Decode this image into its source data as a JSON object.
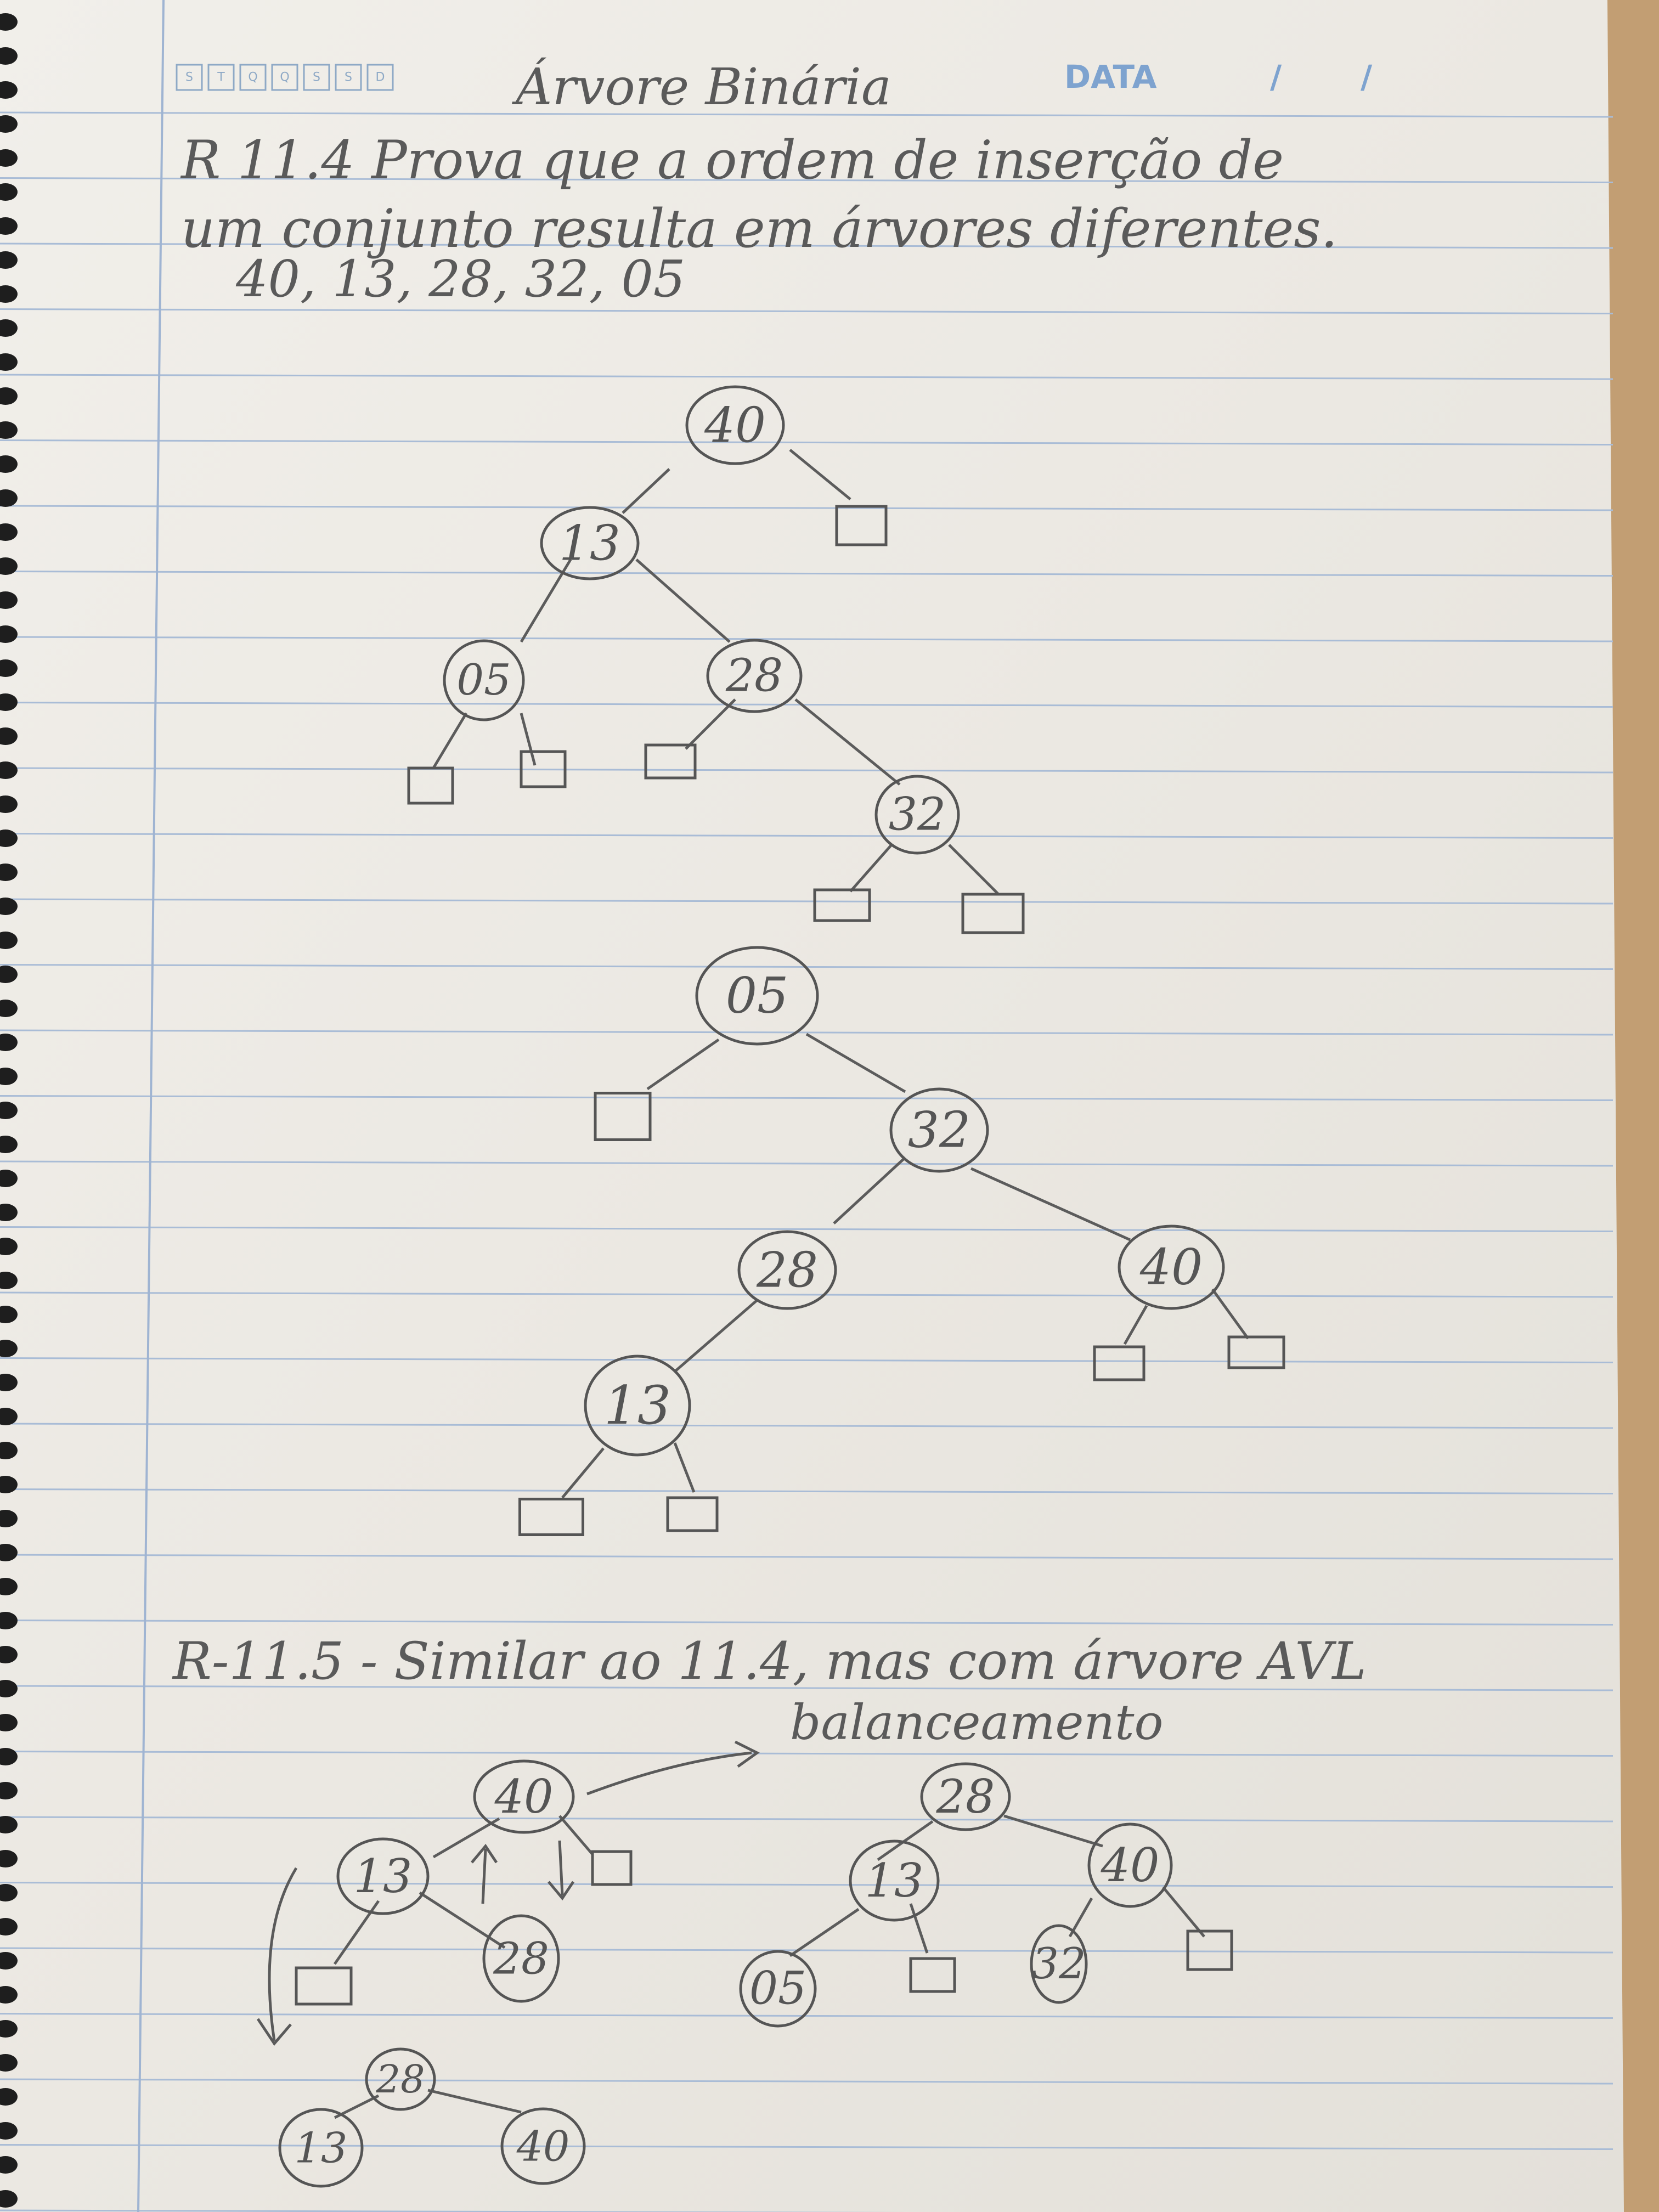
{
  "header": {
    "weekdays": [
      "S",
      "T",
      "Q",
      "Q",
      "S",
      "S",
      "D"
    ],
    "date_label": "DATA",
    "date_slash": "/"
  },
  "notes": {
    "title": "Árvore Binária",
    "r114_line1": "R 11.4  Prova que a ordem de inserção de",
    "r114_line2": "um conjunto resulta em árvores diferentes.",
    "sequence": "40,  13,  28,  32,  05",
    "r115": "R-11.5 -  Similar ao 11.4, mas com árvore AVL",
    "balancing": "balanceamento"
  },
  "trees": {
    "tree1": [
      "40",
      "13",
      "05",
      "28",
      "32"
    ],
    "tree2": [
      "05",
      "32",
      "28",
      "40",
      "13"
    ],
    "avl_before": [
      "40",
      "13",
      "28"
    ],
    "avl_after": [
      "28",
      "13",
      "40",
      "05",
      "32"
    ],
    "avl_small": [
      "28",
      "13",
      "40"
    ]
  }
}
